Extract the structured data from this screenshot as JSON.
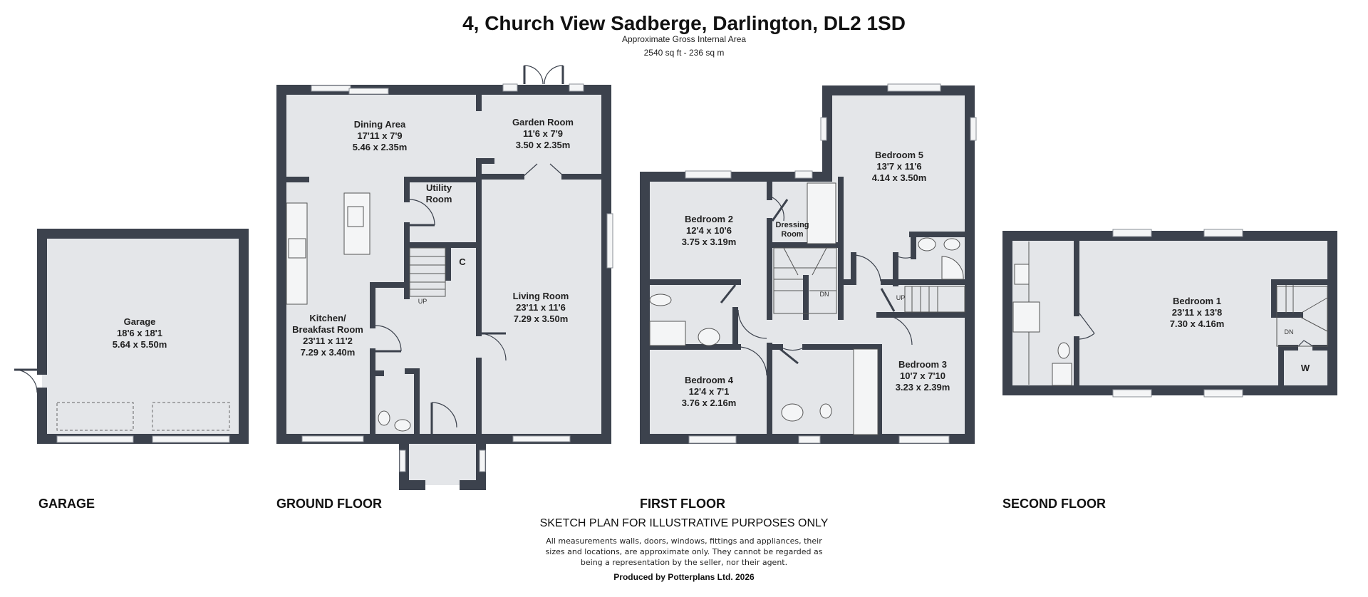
{
  "header": {
    "title": "4, Church View Sadberge, Darlington, DL2 1SD",
    "subtitle": "Approximate Gross Internal Area",
    "area": "2540 sq ft - 236 sq m"
  },
  "floors": {
    "garage": {
      "label": "GARAGE",
      "rooms": [
        {
          "name": [
            "Garage"
          ],
          "imperial": "18'6 x 18'1",
          "metric": "5.64 x 5.50m"
        }
      ]
    },
    "ground": {
      "label": "GROUND FLOOR",
      "rooms": [
        {
          "name": [
            "Dining Area"
          ],
          "imperial": "17'11 x 7'9",
          "metric": "5.46 x 2.35m"
        },
        {
          "name": [
            "Garden Room"
          ],
          "imperial": "11'6 x 7'9",
          "metric": "3.50 x 2.35m"
        },
        {
          "name": [
            "Utility",
            "Room"
          ]
        },
        {
          "name": [
            "C"
          ]
        },
        {
          "name": [
            "Living Room"
          ],
          "imperial": "23'11 x 11'6",
          "metric": "7.29 x 3.50m"
        },
        {
          "name": [
            "Kitchen/",
            "Breakfast Room"
          ],
          "imperial": "23'11 x 11'2",
          "metric": "7.29 x 3.40m"
        }
      ],
      "stair_label": "UP"
    },
    "first": {
      "label": "FIRST FLOOR",
      "rooms": [
        {
          "name": [
            "Bedroom 5"
          ],
          "imperial": "13'7 x 11'6",
          "metric": "4.14 x 3.50m"
        },
        {
          "name": [
            "Bedroom 2"
          ],
          "imperial": "12'4 x 10'6",
          "metric": "3.75 x 3.19m"
        },
        {
          "name": [
            "Dressing",
            "Room"
          ]
        },
        {
          "name": [
            "Bedroom 4"
          ],
          "imperial": "12'4 x 7'1",
          "metric": "3.76 x 2.16m"
        },
        {
          "name": [
            "Bedroom 3"
          ],
          "imperial": "10'7 x 7'10",
          "metric": "3.23 x 2.39m"
        }
      ],
      "stair_down": "DN",
      "stair_up": "UP"
    },
    "second": {
      "label": "SECOND FLOOR",
      "rooms": [
        {
          "name": [
            "Bedroom 1"
          ],
          "imperial": "23'11 x 13'8",
          "metric": "7.30 x 4.16m"
        },
        {
          "name": [
            "W"
          ]
        }
      ],
      "stair_down": "DN"
    }
  },
  "footer": {
    "notice": "SKETCH PLAN FOR ILLUSTRATIVE PURPOSES ONLY",
    "disclaimer": [
      "All measurements walls, doors, windows, fittings and appliances, their",
      "sizes and locations, are approximate only. They cannot be regarded as",
      "being a representation by the seller, nor their agent."
    ],
    "producer": "Produced by Potterplans Ltd. 2026"
  },
  "colors": {
    "wall": "#3c424d",
    "floor": "#e4e6e9"
  }
}
